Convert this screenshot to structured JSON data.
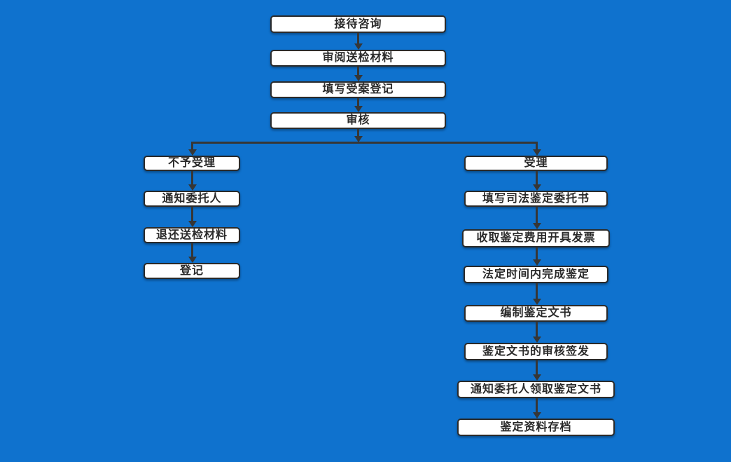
{
  "colors": {
    "background": "#0F72CE",
    "box_fill": "#FFFFFF",
    "box_border": "#2A2A2A",
    "text": "#2A2A2A",
    "arrow": "#363636"
  },
  "flow": {
    "main_sequence": [
      {
        "label": "接待咨询"
      },
      {
        "label": "审阅送检材料"
      },
      {
        "label": "填写受案登记"
      },
      {
        "label": "审核"
      }
    ],
    "reject_branch": [
      {
        "label": "不予受理"
      },
      {
        "label": "通知委托人"
      },
      {
        "label": "退还送检材料"
      },
      {
        "label": "登记"
      }
    ],
    "accept_branch": [
      {
        "label": "受理"
      },
      {
        "label": "填写司法鉴定委托书"
      },
      {
        "label": "收取鉴定费用开具发票"
      },
      {
        "label": "法定时间内完成鉴定"
      },
      {
        "label": "编制鉴定文书"
      },
      {
        "label": "鉴定文书的审核签发"
      },
      {
        "label": "通知委托人领取鉴定文书"
      },
      {
        "label": "鉴定资料存档"
      }
    ]
  }
}
